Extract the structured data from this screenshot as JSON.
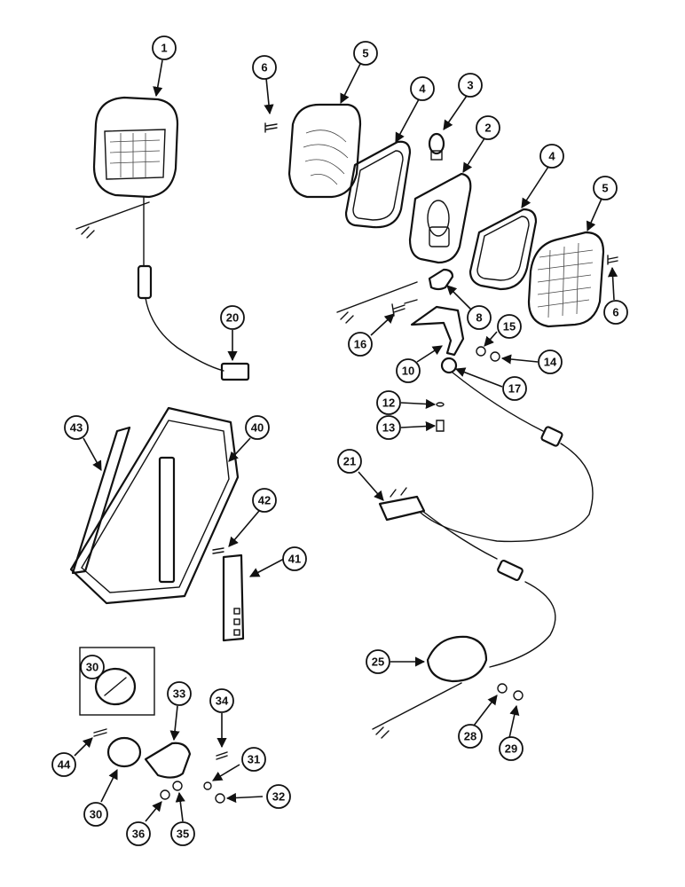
{
  "callouts": [
    {
      "label": "1"
    },
    {
      "label": "6"
    },
    {
      "label": "5"
    },
    {
      "label": "4"
    },
    {
      "label": "3"
    },
    {
      "label": "2"
    },
    {
      "label": "4"
    },
    {
      "label": "5"
    },
    {
      "label": "6"
    },
    {
      "label": "20"
    },
    {
      "label": "16"
    },
    {
      "label": "8"
    },
    {
      "label": "15"
    },
    {
      "label": "14"
    },
    {
      "label": "10"
    },
    {
      "label": "17"
    },
    {
      "label": "12"
    },
    {
      "label": "13"
    },
    {
      "label": "43"
    },
    {
      "label": "40"
    },
    {
      "label": "42"
    },
    {
      "label": "41"
    },
    {
      "label": "21"
    },
    {
      "label": "25"
    },
    {
      "label": "28"
    },
    {
      "label": "29"
    },
    {
      "label": "30"
    },
    {
      "label": "33"
    },
    {
      "label": "34"
    },
    {
      "label": "31"
    },
    {
      "label": "32"
    },
    {
      "label": "44"
    },
    {
      "label": "30"
    },
    {
      "label": "36"
    },
    {
      "label": "35"
    }
  ]
}
